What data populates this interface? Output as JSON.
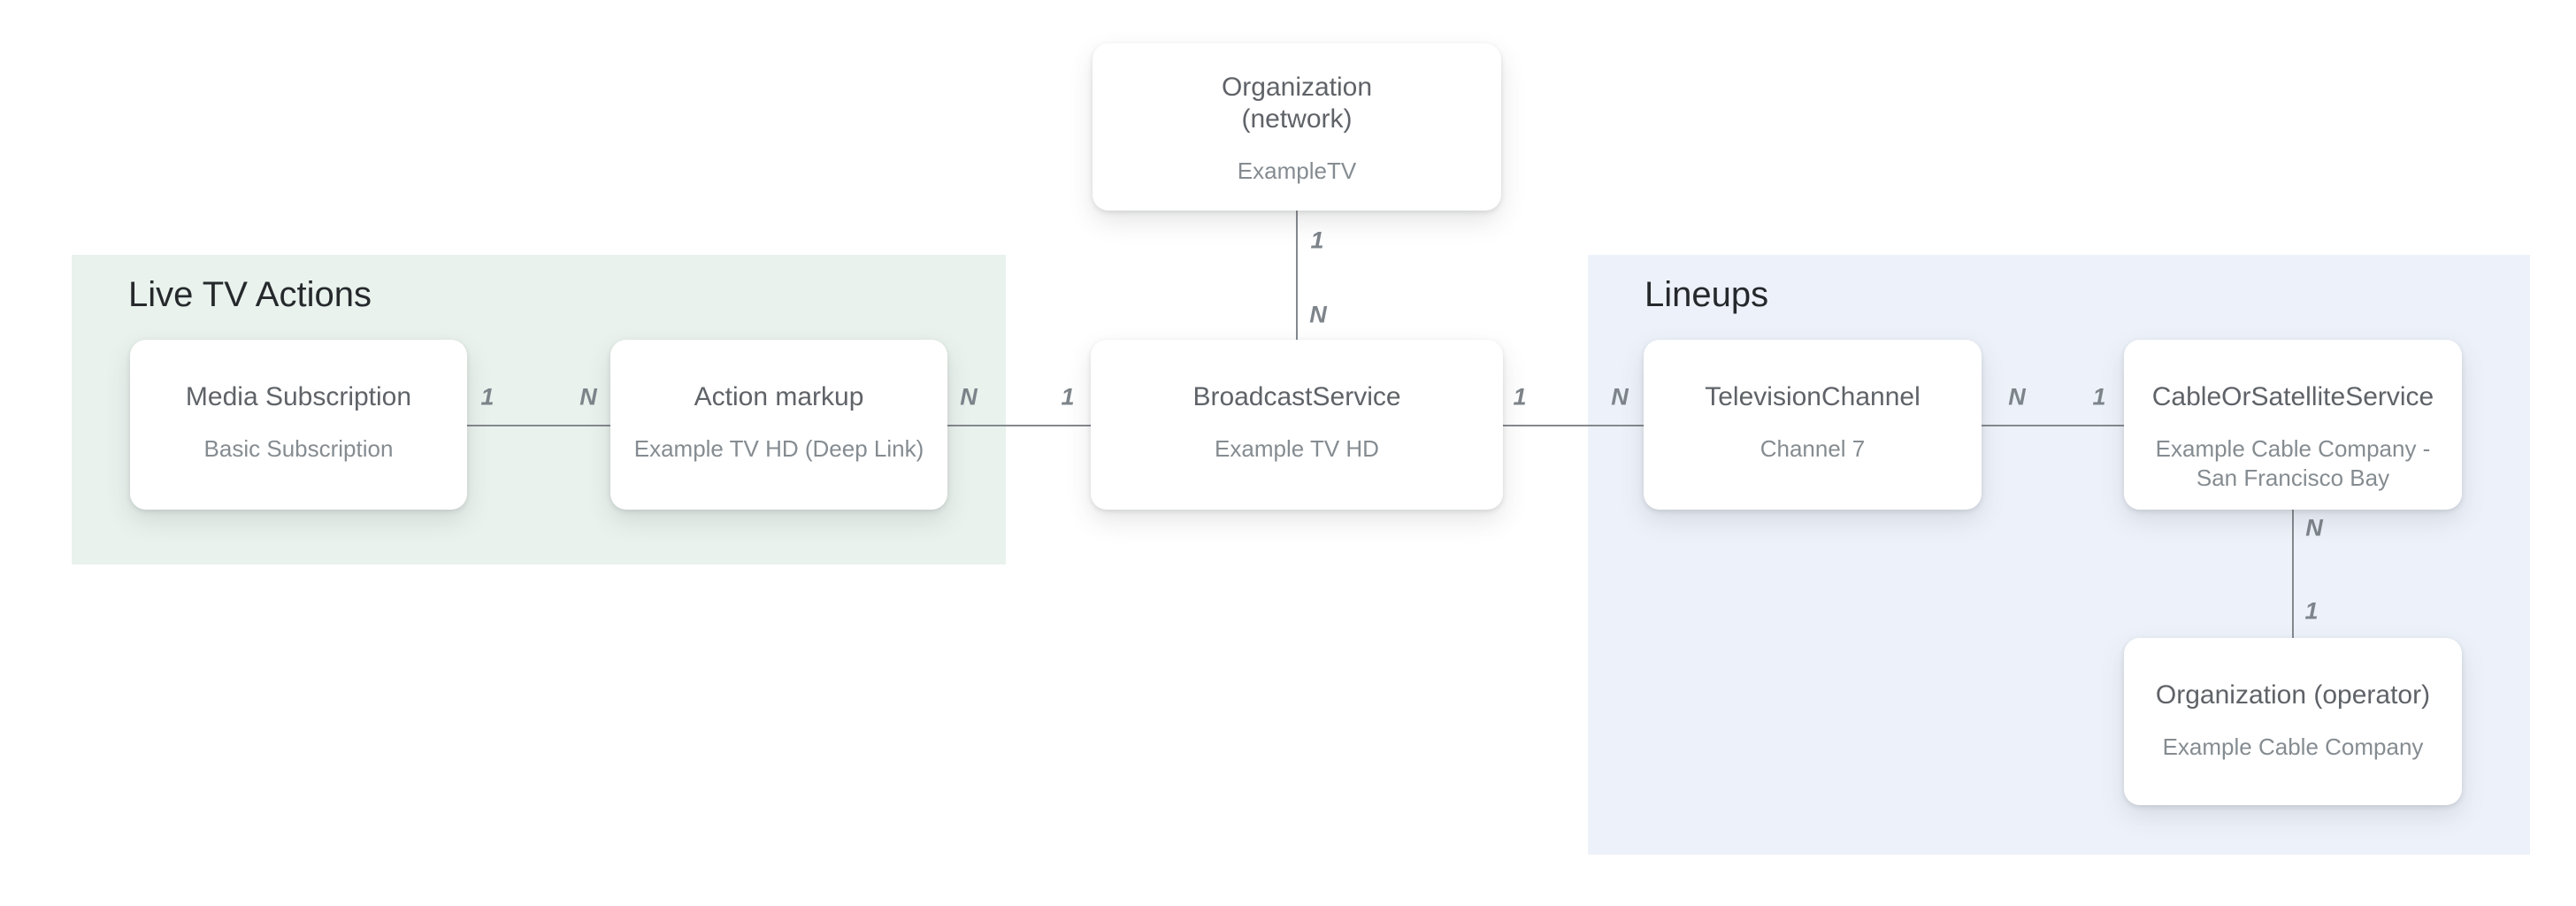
{
  "diagram": {
    "regions": [
      {
        "id": "live-tv-actions",
        "label": "Live TV Actions",
        "background_color": "#e9f2ed"
      },
      {
        "id": "lineups",
        "label": "Lineups",
        "background_color": "#edf2fa"
      }
    ],
    "nodes": [
      {
        "id": "org-network",
        "title": "Organization (network)",
        "title_lines": [
          "Organization",
          "(network)"
        ],
        "subtitle": "ExampleTV"
      },
      {
        "id": "media-subscription",
        "title": "Media Subscription",
        "subtitle": "Basic Subscription"
      },
      {
        "id": "action-markup",
        "title": "Action markup",
        "subtitle": "Example TV HD (Deep Link)"
      },
      {
        "id": "broadcast-service",
        "title": "BroadcastService",
        "subtitle": "Example TV HD"
      },
      {
        "id": "television-channel",
        "title": "TelevisionChannel",
        "subtitle": "Channel 7"
      },
      {
        "id": "cable-or-satellite-service",
        "title": "CableOrSatelliteService",
        "subtitle": "Example Cable Company - San Francisco Bay",
        "subtitle_lines": [
          "Example Cable Company -",
          "San Francisco Bay"
        ]
      },
      {
        "id": "org-operator",
        "title": "Organization (operator)",
        "subtitle": "Example Cable Company"
      }
    ],
    "edges": [
      {
        "from": "media-subscription",
        "to": "action-markup",
        "from_card": "1",
        "to_card": "N"
      },
      {
        "from": "action-markup",
        "to": "broadcast-service",
        "from_card": "N",
        "to_card": "1"
      },
      {
        "from": "org-network",
        "to": "broadcast-service",
        "from_card": "1",
        "to_card": "N"
      },
      {
        "from": "broadcast-service",
        "to": "television-channel",
        "from_card": "1",
        "to_card": "N"
      },
      {
        "from": "television-channel",
        "to": "cable-or-satellite-service",
        "from_card": "N",
        "to_card": "1"
      },
      {
        "from": "cable-or-satellite-service",
        "to": "org-operator",
        "from_card": "N",
        "to_card": "1"
      }
    ],
    "colors": {
      "node_title": "#5f6368",
      "node_subtitle": "#858c91",
      "region_title": "#26292c",
      "edge_line": "#84898e",
      "cardinality_label": "#7d848a",
      "node_background": "#ffffff"
    }
  }
}
